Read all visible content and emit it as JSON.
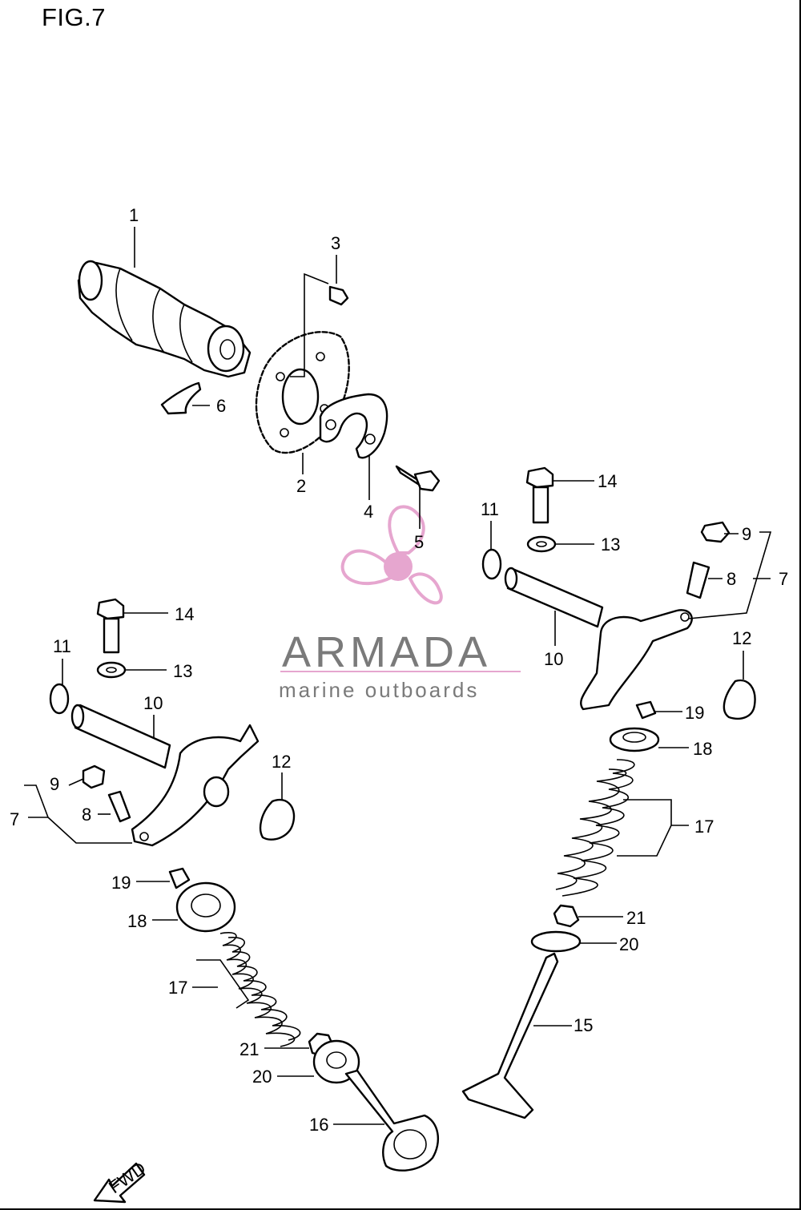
{
  "figure": {
    "title": "FIG.7"
  },
  "watermark": {
    "brand": "ARMADA",
    "tagline": "marine outboards",
    "logo_color": "#e6a6cf",
    "logo_icon": "propeller-icon"
  },
  "forward_marker": {
    "label": "FWD",
    "icon": "arrow-icon"
  },
  "callouts": {
    "c1": "1",
    "c2": "2",
    "c3": "3",
    "c4": "4",
    "c5": "5",
    "c6": "6",
    "r14": "14",
    "r13": "13",
    "r11": "11",
    "r9": "9",
    "r8": "8",
    "r7": "7",
    "r10": "10",
    "r12": "12",
    "r19": "19",
    "r18": "18",
    "r17": "17",
    "r21": "21",
    "r20": "20",
    "r15": "15",
    "l14": "14",
    "l13": "13",
    "l11": "11",
    "l10": "10",
    "l9": "9",
    "l8": "8",
    "l7": "7",
    "l12": "12",
    "l19": "19",
    "l18": "18",
    "l17": "17",
    "l21": "21",
    "l20": "20",
    "l16": "16"
  }
}
